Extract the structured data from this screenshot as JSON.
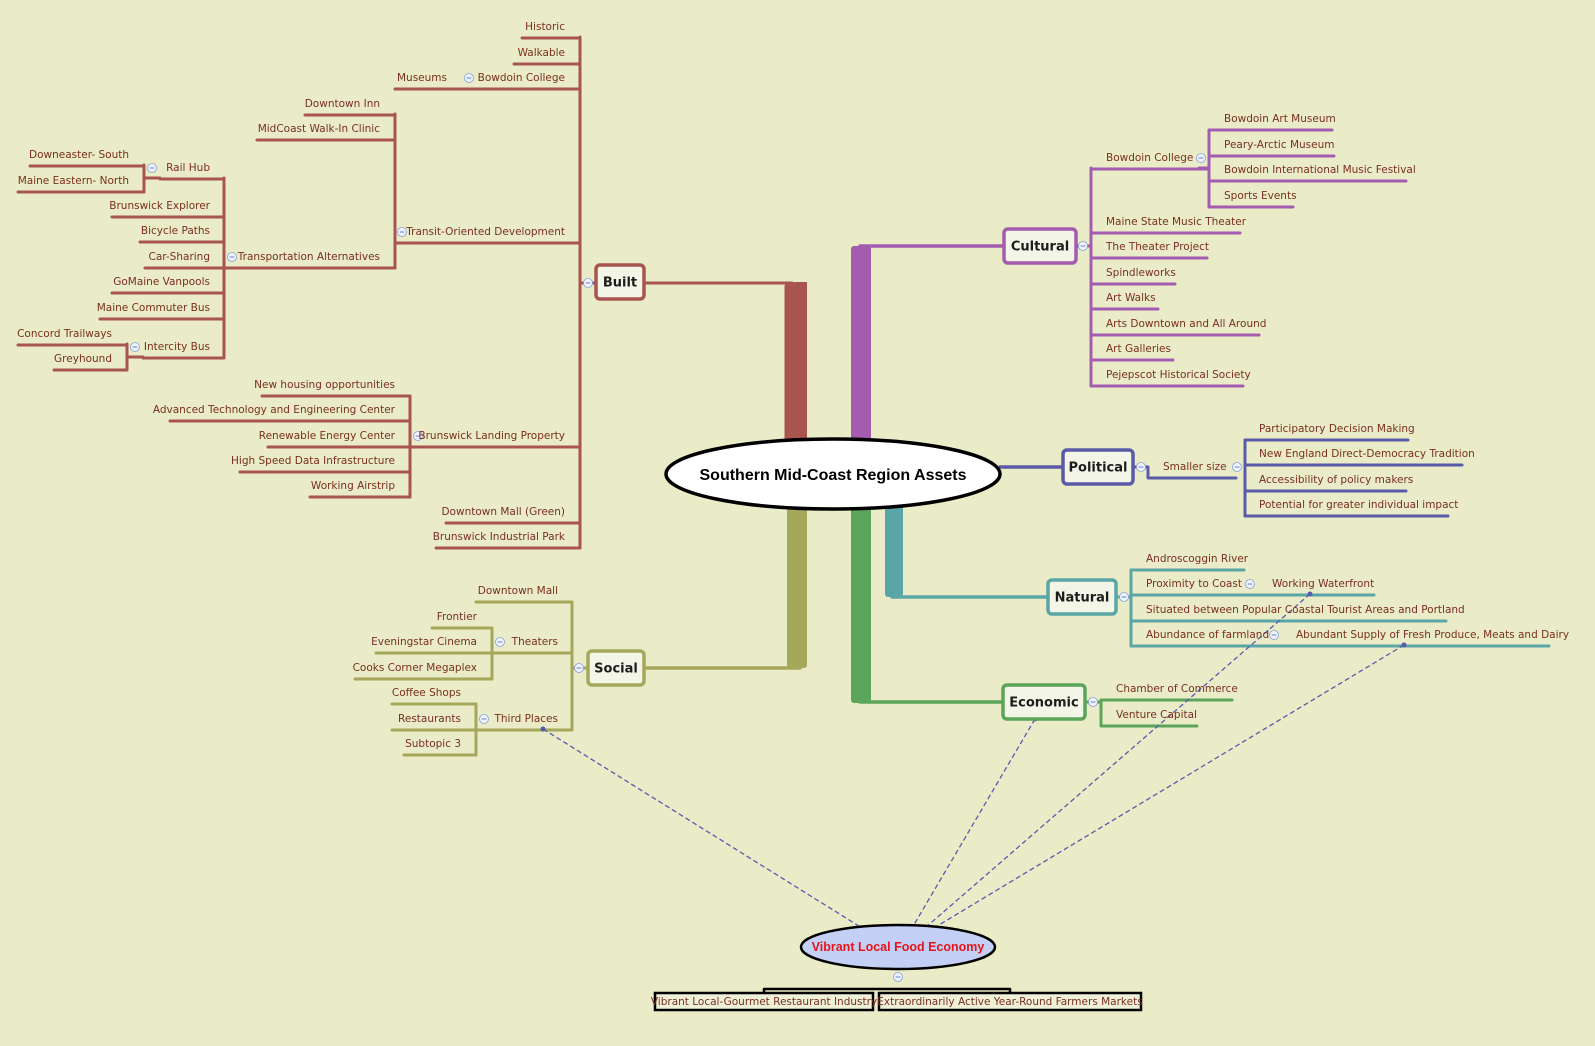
{
  "central": "Southern Mid-Coast Region Assets",
  "food": {
    "title": "Vibrant Local Food Economy",
    "children": [
      "Vibrant Local-Gourmet Restaurant Industry",
      "Extraordinarily Active Year-Round Farmers Markets"
    ]
  },
  "colors": {
    "background": "#e9ecc6",
    "built": "#a85550",
    "social": "#a5a75a",
    "cultural": "#a35cb0",
    "political": "#5a5aa8",
    "natural": "#5aa5a5",
    "economic": "#5aa55a",
    "text": "#7a2f22",
    "link": "#5a5ab0"
  },
  "branches": {
    "built": {
      "label": "Built",
      "children": [
        {
          "label": "Historic"
        },
        {
          "label": "Walkable"
        },
        {
          "label": "Bowdoin College",
          "children": [
            {
              "label": "Museums"
            }
          ]
        },
        {
          "label": "Transit-Oriented Development",
          "children": [
            {
              "label": "Downtown Inn"
            },
            {
              "label": "MidCoast Walk-In Clinic"
            },
            {
              "label": "Transportation Alternatives",
              "children": [
                {
                  "label": "Rail Hub",
                  "children": [
                    {
                      "label": "Downeaster- South"
                    },
                    {
                      "label": "Maine Eastern- North"
                    }
                  ]
                },
                {
                  "label": "Brunswick Explorer"
                },
                {
                  "label": "Bicycle Paths"
                },
                {
                  "label": "Car-Sharing"
                },
                {
                  "label": "GoMaine Vanpools"
                },
                {
                  "label": "Maine Commuter Bus"
                },
                {
                  "label": "Intercity Bus",
                  "children": [
                    {
                      "label": "Concord Trailways"
                    },
                    {
                      "label": "Greyhound"
                    }
                  ]
                }
              ]
            }
          ]
        },
        {
          "label": "Brunswick Landing Property",
          "children": [
            {
              "label": "New housing opportunities"
            },
            {
              "label": "Advanced Technology and Engineering Center"
            },
            {
              "label": "Renewable Energy Center"
            },
            {
              "label": "High Speed Data Infrastructure"
            },
            {
              "label": "Working Airstrip"
            }
          ]
        },
        {
          "label": "Downtown Mall (Green)"
        },
        {
          "label": "Brunswick Industrial Park"
        }
      ]
    },
    "social": {
      "label": "Social",
      "children": [
        {
          "label": "Downtown Mall"
        },
        {
          "label": "Theaters",
          "children": [
            {
              "label": "Frontier"
            },
            {
              "label": "Eveningstar Cinema"
            },
            {
              "label": "Cooks Corner Megaplex"
            }
          ]
        },
        {
          "label": "Third Places",
          "children": [
            {
              "label": "Coffee Shops"
            },
            {
              "label": "Restaurants"
            },
            {
              "label": "Subtopic 3"
            }
          ]
        }
      ]
    },
    "cultural": {
      "label": "Cultural",
      "children": [
        {
          "label": "Bowdoin College",
          "children": [
            {
              "label": "Bowdoin Art Museum"
            },
            {
              "label": "Peary-Arctic Museum"
            },
            {
              "label": "Bowdoin International Music Festival"
            },
            {
              "label": "Sports Events"
            }
          ]
        },
        {
          "label": "Maine State Music Theater"
        },
        {
          "label": "The Theater Project"
        },
        {
          "label": "Spindleworks"
        },
        {
          "label": "Art Walks"
        },
        {
          "label": "Arts Downtown and All Around"
        },
        {
          "label": "Art Galleries"
        },
        {
          "label": "Pejepscot Historical Society"
        }
      ]
    },
    "political": {
      "label": "Political",
      "children": [
        {
          "label": "Smaller size",
          "children": [
            {
              "label": "Participatory Decision Making"
            },
            {
              "label": "New England Direct-Democracy Tradition"
            },
            {
              "label": "Accessibility of policy makers"
            },
            {
              "label": "Potential for greater individual impact"
            }
          ]
        }
      ]
    },
    "natural": {
      "label": "Natural",
      "children": [
        {
          "label": "Androscoggin River"
        },
        {
          "label": "Proximity to Coast",
          "children": [
            {
              "label": "Working Waterfront"
            }
          ]
        },
        {
          "label": "Situated between Popular Coastal Tourist Areas and Portland"
        },
        {
          "label": "Abundance of farmland",
          "children": [
            {
              "label": "Abundant Supply of Fresh Produce, Meats and Dairy"
            }
          ]
        }
      ]
    },
    "economic": {
      "label": "Economic",
      "children": [
        {
          "label": "Chamber of Commerce"
        },
        {
          "label": "Venture Capital"
        }
      ]
    }
  }
}
